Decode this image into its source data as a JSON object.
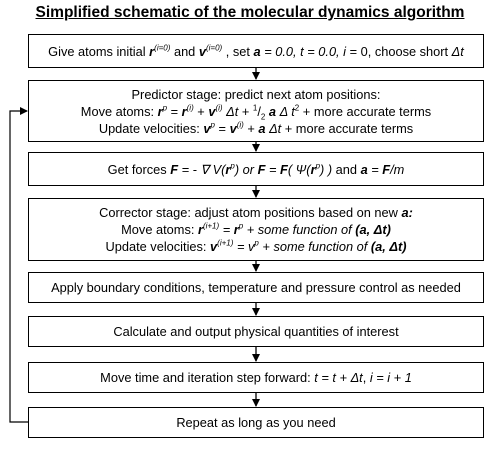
{
  "title": "Simplified schematic of the molecular dynamics algorithm",
  "steps": [
    {
      "lines": [
        [
          {
            "t": "Give atoms initial "
          },
          {
            "t": "r",
            "bi": true
          },
          {
            "t": "(i=0)",
            "sup": true,
            "i": true
          },
          {
            "t": " and "
          },
          {
            "t": "v",
            "bi": true
          },
          {
            "t": "(i=0)",
            "sup": true,
            "i": true
          },
          {
            "t": " , set "
          },
          {
            "t": "a",
            "bi": true
          },
          {
            "t": " = 0.0, ",
            "i": true
          },
          {
            "t": "t",
            "i": true
          },
          {
            "t": " = 0.0, ",
            "i": true
          },
          {
            "t": "i",
            "i": true
          },
          {
            "t": " = 0, choose short "
          },
          {
            "t": "Δt",
            "i": true
          }
        ]
      ]
    },
    {
      "lines": [
        [
          {
            "t": "Predictor stage: predict next atom positions:"
          }
        ],
        [
          {
            "t": "Move atoms: "
          },
          {
            "t": "r",
            "bi": true
          },
          {
            "t": "p",
            "sup": true,
            "i": true
          },
          {
            "t": " = "
          },
          {
            "t": "r",
            "bi": true
          },
          {
            "t": "(i)",
            "sup": true,
            "i": true
          },
          {
            "t": " + "
          },
          {
            "t": "v",
            "bi": true
          },
          {
            "t": "(i)",
            "sup": true,
            "i": true
          },
          {
            "t": " Δt",
            "i": true
          },
          {
            "t": " + "
          },
          {
            "t": "1",
            "sup": true
          },
          {
            "t": "/"
          },
          {
            "t": "2",
            "sub": true
          },
          {
            "t": " a",
            "bi": true
          },
          {
            "t": " Δ t",
            "i": true
          },
          {
            "t": "2",
            "sup": true
          },
          {
            "t": " + more accurate terms"
          }
        ],
        [
          {
            "t": "Update velocities: "
          },
          {
            "t": "v",
            "bi": true
          },
          {
            "t": "p",
            "sup": true,
            "i": true
          },
          {
            "t": " = "
          },
          {
            "t": "v",
            "bi": true
          },
          {
            "t": "(i)",
            "sup": true,
            "i": true
          },
          {
            "t": " + "
          },
          {
            "t": "a",
            "bi": true
          },
          {
            "t": " Δt",
            "i": true
          },
          {
            "t": " + more accurate terms"
          }
        ]
      ]
    },
    {
      "lines": [
        [
          {
            "t": "Get forces "
          },
          {
            "t": "F",
            "bi": true
          },
          {
            "t": " = - ∇ V(",
            "i": true
          },
          {
            "t": "r",
            "bi": true
          },
          {
            "t": "p",
            "sup": true,
            "i": true
          },
          {
            "t": ") or ",
            "i": true
          },
          {
            "t": "F",
            "bi": true
          },
          {
            "t": " = ",
            "i": true
          },
          {
            "t": "F",
            "bi": true
          },
          {
            "t": "( Ψ(",
            "i": true
          },
          {
            "t": "r",
            "bi": true
          },
          {
            "t": "p",
            "sup": true,
            "i": true
          },
          {
            "t": ") )",
            "i": true
          },
          {
            "t": " and "
          },
          {
            "t": "a",
            "bi": true
          },
          {
            "t": " = ",
            "i": true
          },
          {
            "t": "F",
            "bi": true
          },
          {
            "t": "/m",
            "i": true
          }
        ]
      ]
    },
    {
      "lines": [
        [
          {
            "t": "Corrector stage: adjust atom positions based on new "
          },
          {
            "t": "a:",
            "bi": true
          }
        ],
        [
          {
            "t": "Move atoms: "
          },
          {
            "t": "r",
            "bi": true
          },
          {
            "t": "(i+1)",
            "sup": true,
            "i": true
          },
          {
            "t": " = ",
            "i": true
          },
          {
            "t": "r",
            "bi": true
          },
          {
            "t": "p",
            "sup": true,
            "i": true
          },
          {
            "t": " + some function of ",
            "i": true
          },
          {
            "t": "(a, Δt)",
            "bi": true
          }
        ],
        [
          {
            "t": "Update velocities: "
          },
          {
            "t": "v",
            "bi": true
          },
          {
            "t": "(i+1)",
            "sup": true,
            "i": true
          },
          {
            "t": " = ",
            "i": true
          },
          {
            "t": "v",
            "i": true
          },
          {
            "t": "p",
            "sup": true,
            "i": true
          },
          {
            "t": " + some function of ",
            "i": true
          },
          {
            "t": "(a, Δt)",
            "bi": true
          }
        ]
      ]
    },
    {
      "lines": [
        [
          {
            "t": "Apply boundary conditions, temperature and pressure control as needed"
          }
        ]
      ]
    },
    {
      "lines": [
        [
          {
            "t": "Calculate and output physical quantities of interest"
          }
        ]
      ]
    },
    {
      "lines": [
        [
          {
            "t": "Move time and iteration step forward: "
          },
          {
            "t": "t",
            "i": true
          },
          {
            "t": " = ",
            "i": true
          },
          {
            "t": "t",
            "i": true
          },
          {
            "t": " + Δt",
            "i": true
          },
          {
            "t": ", "
          },
          {
            "t": "i",
            "i": true
          },
          {
            "t": " = ",
            "i": true
          },
          {
            "t": "i",
            "i": true
          },
          {
            "t": " + 1",
            "i": true
          }
        ]
      ]
    },
    {
      "lines": [
        [
          {
            "t": "Repeat as long as you need"
          }
        ]
      ]
    }
  ]
}
